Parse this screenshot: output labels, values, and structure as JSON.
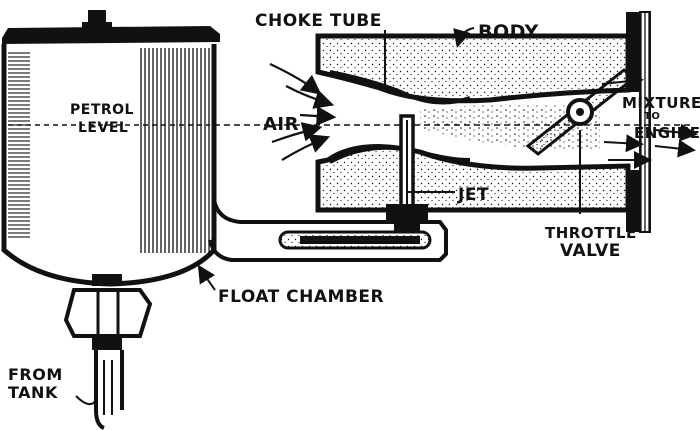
{
  "labels": {
    "choke_tube": "CHOKE TUBE",
    "body": "BODY",
    "petrol_level_1": "PETROL",
    "petrol_level_2": "LEVEL",
    "air": "AIR",
    "mixture_1": "MIXTURE",
    "mixture_2": "TO",
    "mixture_3": "ENGINE",
    "jet": "JET",
    "throttle_1": "THROTTLE",
    "throttle_2": "VALVE",
    "float_chamber": "FLOAT CHAMBER",
    "from_tank_1": "FROM",
    "from_tank_2": "TANK"
  },
  "colors": {
    "ink": "#111111",
    "paper": "#ffffff"
  }
}
